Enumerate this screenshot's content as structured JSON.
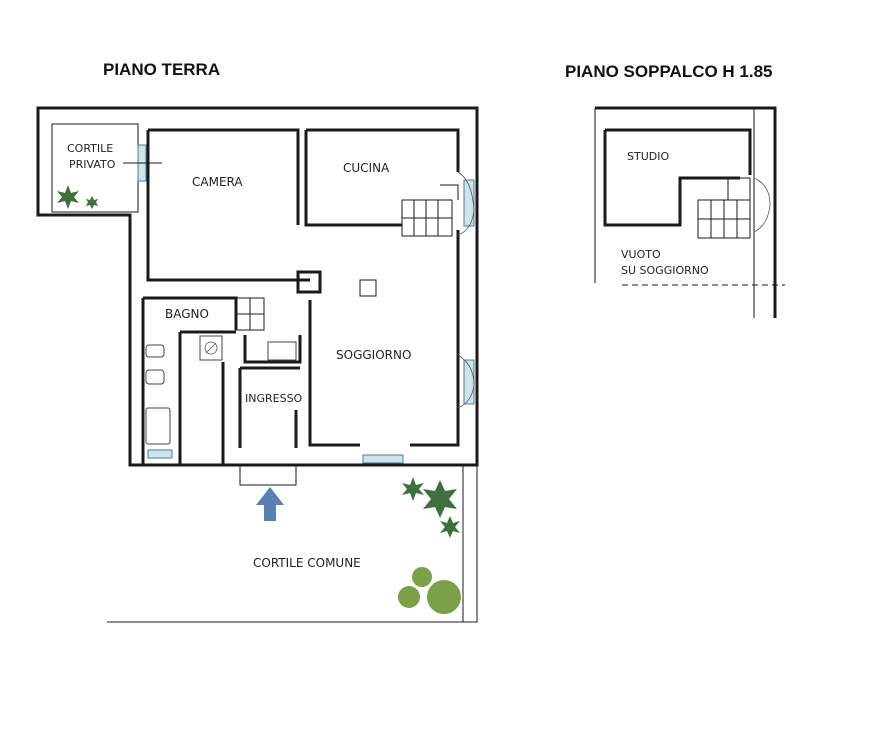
{
  "titles": {
    "ground": "PIANO TERRA",
    "mezzanine": "PIANO SOPPALCO H 1.85"
  },
  "rooms": {
    "cortile_privato_1": "CORTILE",
    "cortile_privato_2": "PRIVATO",
    "camera": "CAMERA",
    "cucina": "CUCINA",
    "bagno": "BAGNO",
    "soggiorno": "SOGGIORNO",
    "ingresso": "INGRESSO",
    "cortile_comune": "CORTILE COMUNE",
    "studio": "STUDIO",
    "vuoto_1": "VUOTO",
    "vuoto_2": "SU SOGGIORNO"
  },
  "colors": {
    "walls": "#1a1a1a",
    "window": "#cfe3ea",
    "entrance_arrow": "#5b7fb5",
    "tree_dark": "#3f6e3f",
    "tree_light": "#7aa04a"
  },
  "icons": [
    "entrance-arrow-icon",
    "tree-icon",
    "bush-icon",
    "window-icon",
    "stairs-icon"
  ]
}
